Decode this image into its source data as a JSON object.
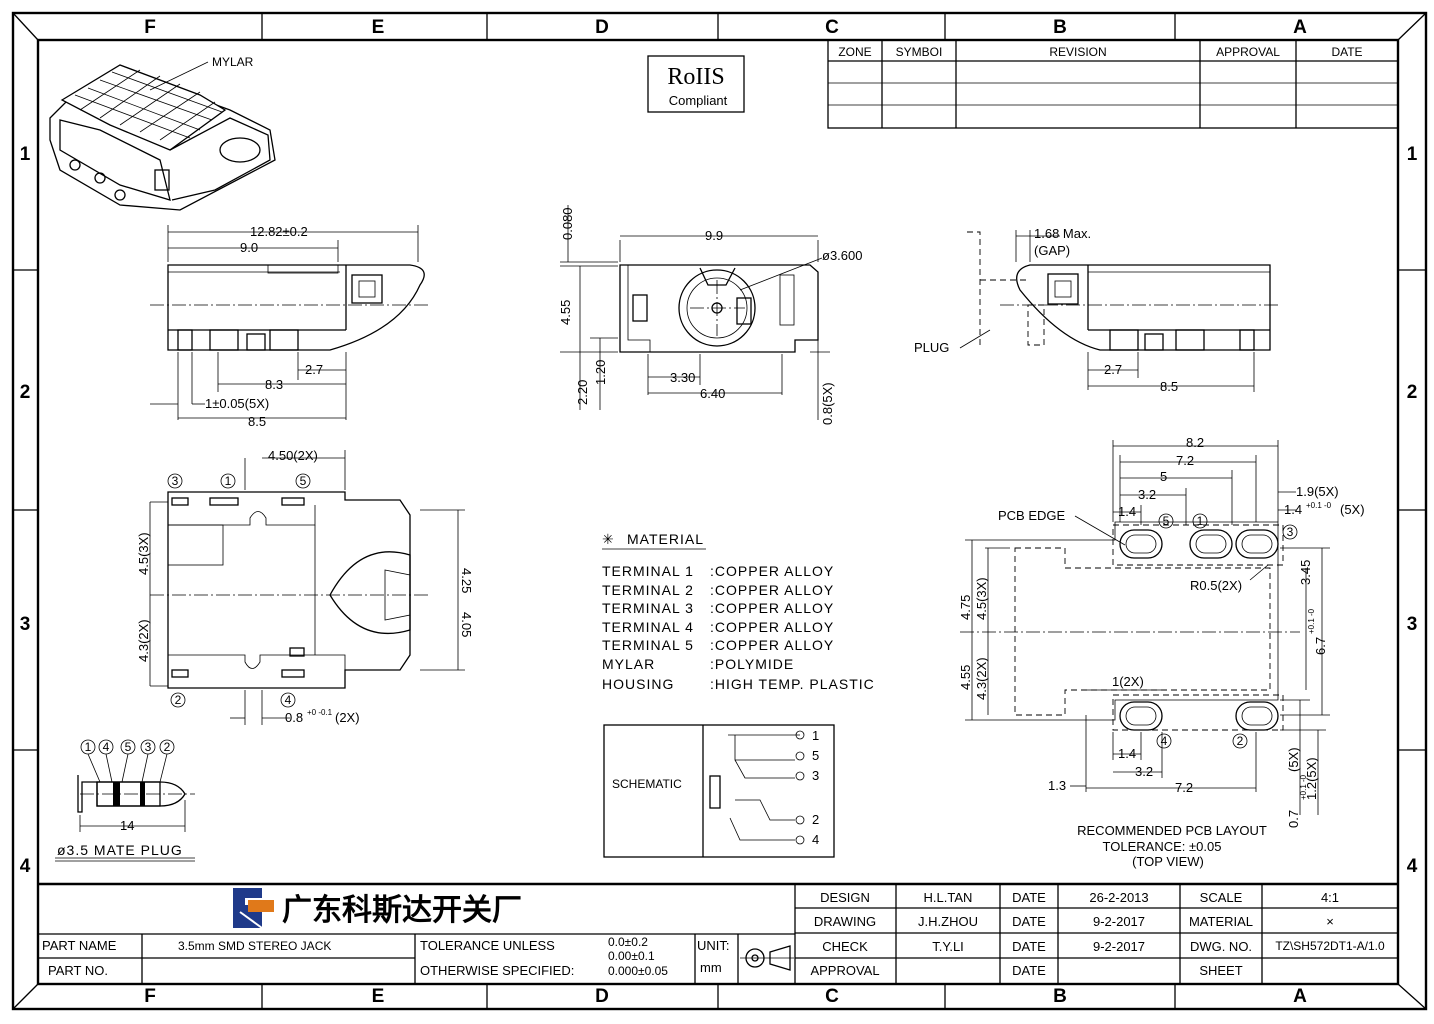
{
  "border": {
    "cols": [
      "F",
      "E",
      "D",
      "C",
      "B",
      "A"
    ],
    "rows": [
      "1",
      "2",
      "3",
      "4"
    ]
  },
  "revision_table": {
    "headers": [
      "ZONE",
      "SYMBOI",
      "REVISION",
      "APPROVAL",
      "DATE"
    ]
  },
  "rohs": {
    "line1": "RoIIS",
    "line2": "Compliant"
  },
  "iso_view": {
    "mylar": "MYLAR"
  },
  "side_view": {
    "d_overall": "12.82±0.2",
    "d_9": "9.0",
    "d_27": "2.7",
    "d_83": "8.3",
    "d_pin": "1±0.05(5X)",
    "d_85": "8.5"
  },
  "front_view": {
    "d_0080": "0.080",
    "d_99": "9.9",
    "d_dia": "ø3.600",
    "d_455": "4.55",
    "d_120": "1.20",
    "d_220": "2.20",
    "d_330": "3.30",
    "d_640": "6.40",
    "d_08": "0.8(5X)"
  },
  "right_view": {
    "d_gap": "1.68 Max.",
    "d_gap2": "(GAP)",
    "plug": "PLUG",
    "d_27": "2.7",
    "d_85": "8.5"
  },
  "top_view": {
    "d_450": "4.50(2X)",
    "d_45": "4.5(3X)",
    "d_43": "4.3(2X)",
    "d_425": "4.25",
    "d_405": "4.05",
    "d_08": "0.8",
    "d_08_tol": "+0 -0.1",
    "d_08_x": "(2X)",
    "pins_top": [
      "3",
      "1",
      "5"
    ],
    "pins_bottom": [
      "2",
      "4"
    ]
  },
  "plug": {
    "numbers": [
      "1",
      "4",
      "5",
      "3",
      "2"
    ],
    "d_14": "14",
    "label": "ø3.5 MATE PLUG"
  },
  "material": {
    "title": "MATERIAL",
    "rows": [
      {
        "k": "TERMINAL 1",
        "v": ":COPPER ALLOY"
      },
      {
        "k": "TERMINAL 2",
        "v": ":COPPER ALLOY"
      },
      {
        "k": "TERMINAL 3",
        "v": ":COPPER ALLOY"
      },
      {
        "k": "TERMINAL 4",
        "v": ":COPPER ALLOY"
      },
      {
        "k": "TERMINAL 5",
        "v": ":COPPER ALLOY"
      },
      {
        "k": "MYLAR",
        "v": ":POLYMIDE"
      },
      {
        "k": "HOUSING",
        "v": ":HIGH TEMP. PLASTIC"
      }
    ]
  },
  "schematic": {
    "label": "SCHEMATIC",
    "pins": [
      "1",
      "5",
      "3",
      "2",
      "4"
    ]
  },
  "pcb": {
    "d_82": "8.2",
    "d_72": "7.2",
    "d_5": "5",
    "d_32": "3.2",
    "d_14": "1.4",
    "d_19": "1.9(5X)",
    "d_14x": "1.4",
    "d_14x_tol": "+0.1 -0",
    "d_14x_n": "(5X)",
    "edge": "PCB EDGE",
    "r05": "R0.5(2X)",
    "d_475": "4.75",
    "d_45": "4.5(3X)",
    "d_455": "4.55",
    "d_43": "4.3(2X)",
    "d_345": "3.45",
    "d_67": "6.7",
    "d_67_tol": "+0.1 -0",
    "d_1": "1(2X)",
    "d_14b": "1.4",
    "d_32b": "3.2",
    "d_13": "1.3",
    "d_72b": "7.2",
    "d_07": "0.7",
    "d_07_tol": "+0.1 -0",
    "d_07_n": "(5X)",
    "d_12": "1.2(5X)",
    "pins_top": [
      "5",
      "1",
      "3"
    ],
    "pins_bottom": [
      "4",
      "2"
    ],
    "caption1": "RECOMMENDED PCB LAYOUT",
    "caption2": "TOLERANCE: ±0.05",
    "caption3": "(TOP VIEW)"
  },
  "title_block": {
    "company": "广东科斯达开关厂",
    "part_name_label": "PART NAME",
    "part_name": "3.5mm SMD STEREO JACK",
    "part_no_label": "PART NO.",
    "part_no": "",
    "tol_label1": "TOLERANCE UNLESS",
    "tol_label2": "OTHERWISE SPECIFIED:",
    "tol_1": "0.0±0.2",
    "tol_2": "0.00±0.1",
    "tol_3": "0.000±0.05",
    "unit_label": "UNIT:",
    "unit": "mm",
    "design_label": "DESIGN",
    "design": "H.L.TAN",
    "drawing_label": "DRAWING",
    "drawing": "J.H.ZHOU",
    "check_label": "CHECK",
    "check": "T.Y.LI",
    "approval_label": "APPROVAL",
    "approval": "",
    "date_label": "DATE",
    "date1": "26-2-2013",
    "date2": "9-2-2017",
    "date3": "9-2-2017",
    "date4": "",
    "scale_label": "SCALE",
    "scale": "4:1",
    "material_label": "MATERIAL",
    "material": "×",
    "dwg_label": "DWG. NO.",
    "dwg": "TZ\\SH572DT1-A/1.0",
    "sheet_label": "SHEET",
    "sheet": ""
  }
}
